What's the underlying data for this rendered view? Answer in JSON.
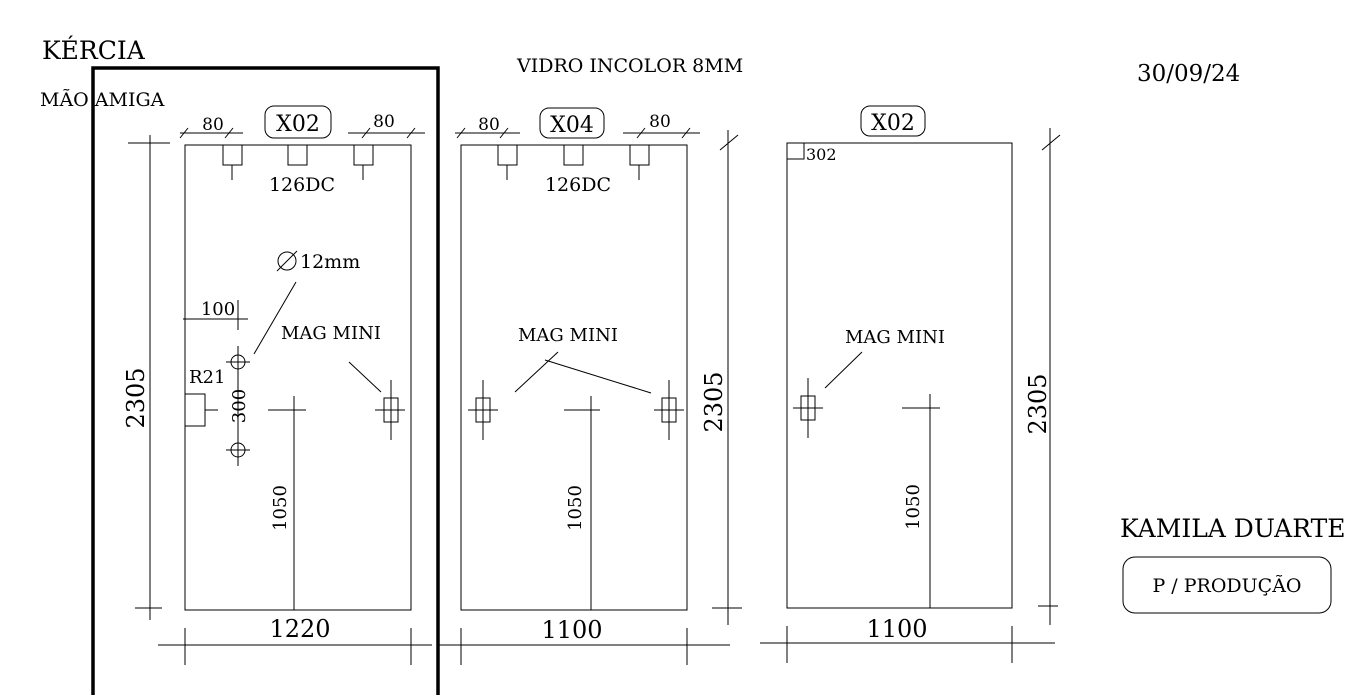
{
  "header": {
    "client": "KÉRCIA",
    "project": "MÃO  AMIGA",
    "material": "VIDRO INCOLOR 8MM",
    "date": "30/09/24"
  },
  "panels": [
    {
      "quantity": "X02",
      "width": "1220",
      "height": "2305",
      "hinge_offset_left": "80",
      "hinge_offset_right": "80",
      "hinge_type": "126DC",
      "hole_diameter": "12mm",
      "hole_edge_offset": "100",
      "radius": "R21",
      "hole_spacing": "300",
      "magnet_label": "MAG  MINI",
      "handle_height": "1050"
    },
    {
      "quantity": "X04",
      "width": "1100",
      "height": "2305",
      "hinge_offset_left": "80",
      "hinge_offset_right": "80",
      "hinge_type": "126DC",
      "magnet_label": "MAG  MINI",
      "handle_height": "1050"
    },
    {
      "quantity": "X02",
      "width": "1100",
      "height": "2305",
      "corner_note": "302",
      "magnet_label": "MAG  MINI",
      "handle_height": "1050"
    }
  ],
  "footer": {
    "designer": "KAMILA DUARTE",
    "purpose": "P / PRODUÇÃO"
  }
}
